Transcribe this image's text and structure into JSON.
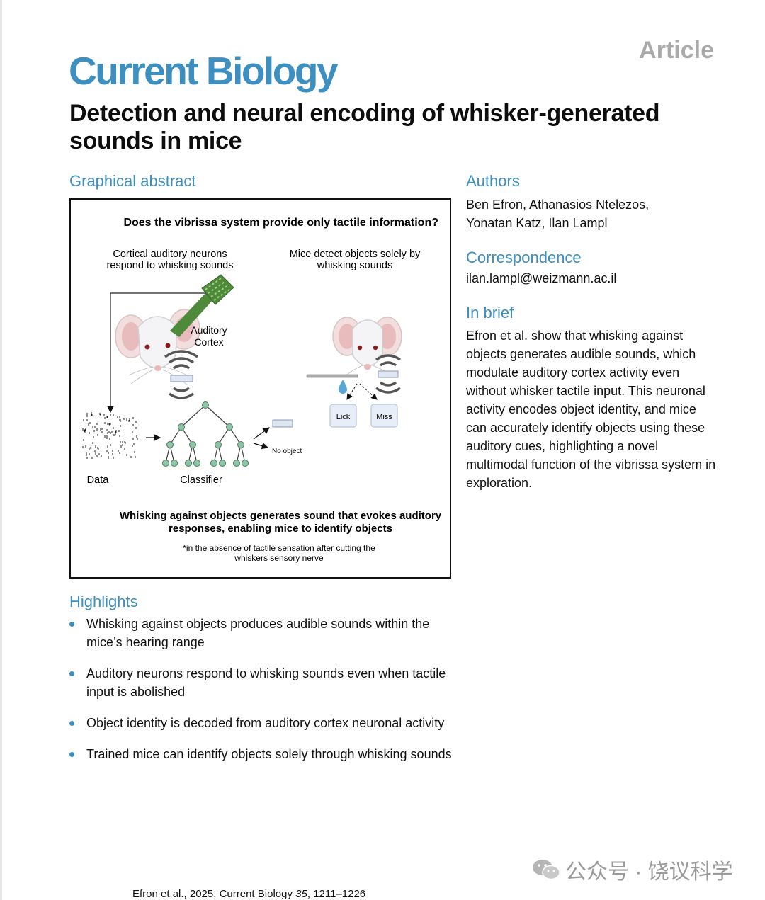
{
  "header": {
    "article_type": "Article",
    "journal": "Current Biology",
    "title": "Detection and neural encoding of whisker-generated sounds in mice"
  },
  "graphical_abstract": {
    "heading": "Graphical abstract",
    "question": "Does the vibrissa system provide only tactile information?",
    "left_caption": [
      "Cortical auditory neurons",
      "respond to whisking sounds"
    ],
    "right_caption": [
      "Mice detect objects solely by",
      "whisking sounds"
    ],
    "auditory_cortex_label": [
      "Auditory",
      "Cortex"
    ],
    "data_label": "Data",
    "classifier_label": "Classifier",
    "no_object_label": "No object",
    "lick_label": "Lick",
    "miss_label": "Miss",
    "conclusion": [
      "Whisking against objects generates sound that evokes auditory",
      "responses, enabling mice to identify objects"
    ],
    "footnote": [
      "*in the absence of tactile sensation after cutting the",
      "whiskers sensory nerve"
    ]
  },
  "authors": {
    "heading": "Authors",
    "names": "Ben Efron, Athanasios Ntelezos, Yonatan Katz, Ilan Lampl"
  },
  "correspondence": {
    "heading": "Correspondence",
    "email": "ilan.lampl@weizmann.ac.il"
  },
  "in_brief": {
    "heading": "In brief",
    "text": "Efron et al. show that whisking against objects generates audible sounds, which modulate auditory cortex activity even without whisker tactile input. This neuronal activity encodes object identity, and mice can accurately identify objects using these auditory cues, highlighting a novel multimodal function of the vibrissa system in exploration."
  },
  "highlights": {
    "heading": "Highlights",
    "items": [
      "Whisking against objects produces audible sounds within the mice’s hearing range",
      "Auditory neurons respond to whisking sounds even when tactile input is abolished",
      "Object identity is decoded from auditory cortex neuronal activity",
      "Trained mice can identify objects solely through whisking sounds"
    ]
  },
  "citation": {
    "prefix": "Efron et al., 2025, Current Biology ",
    "volume": "35",
    "pages": ", 1211–1226"
  },
  "watermark": {
    "text": "公众号 · 饶议科学",
    "icon": "wechat-icon"
  },
  "colors": {
    "accent_blue": "#3d8fc0",
    "article_gray": "#a9a9a9",
    "electrode_green": "#4f8a3a",
    "node_green": "#8cc4a4"
  }
}
